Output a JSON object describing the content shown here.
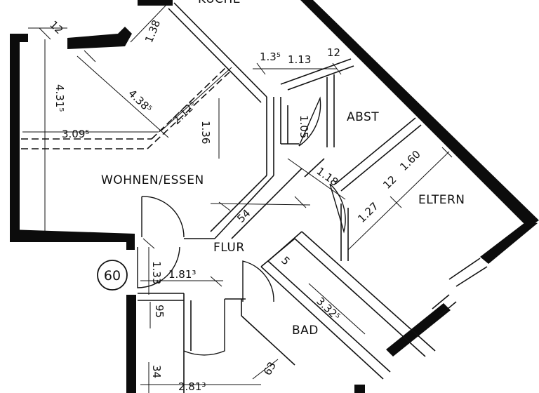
{
  "rooms": {
    "kueche": "KÜCHE",
    "wohnen_essen": "WOHNEN/ESSEN",
    "abst": "ABST",
    "eltern": "ELTERN",
    "flur": "FLUR",
    "bad": "BAD"
  },
  "unit_number": "60",
  "dimensions": {
    "d_1_38": "1.38",
    "d_4_315": "4.31⁵",
    "d_3_095": "3.09⁵",
    "d_4_385": "4.38⁵",
    "d_2_125": "2.12⁵",
    "d_1_36": "1.36",
    "d_1_35": "1.3⁵",
    "d_1_13": "1.13",
    "d_12_top": "12",
    "d_1_05": "1.05",
    "d_1_18": "1.18",
    "d_1_60": "1.60",
    "d_12_eltern": "12",
    "d_1_27": "1.27",
    "d_54": "54",
    "d_1_813": "1.81³",
    "d_1_33": "1.33",
    "d_95": "95",
    "d_3_325": "3.32⁵",
    "d_2_813": "2.81³",
    "d_34": "34",
    "d_63": "63",
    "d_5_bad": "5",
    "d_12_left": "12"
  },
  "colors": {
    "wall": "#0c0c0c",
    "ink": "#111111",
    "paper": "#ffffff"
  }
}
